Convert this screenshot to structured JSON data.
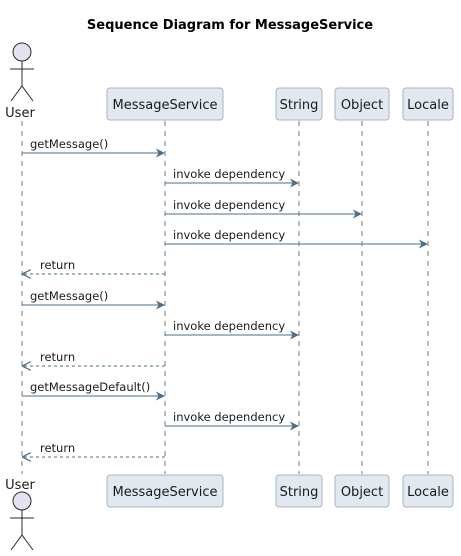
{
  "title": "Sequence Diagram for MessageService",
  "colors": {
    "arrow": "#4a6f8a",
    "box_fill": "#e2e8f0",
    "box_stroke": "#a9b4c2",
    "lifeline": "#7a7a7a"
  },
  "participants": [
    {
      "id": "user",
      "label": "User",
      "kind": "actor"
    },
    {
      "id": "ms",
      "label": "MessageService",
      "kind": "box"
    },
    {
      "id": "string",
      "label": "String",
      "kind": "box"
    },
    {
      "id": "object",
      "label": "Object",
      "kind": "box"
    },
    {
      "id": "locale",
      "label": "Locale",
      "kind": "box"
    }
  ],
  "messages": [
    {
      "from": "user",
      "to": "ms",
      "label": "getMessage()",
      "type": "call"
    },
    {
      "from": "ms",
      "to": "string",
      "label": "invoke dependency",
      "type": "call"
    },
    {
      "from": "ms",
      "to": "object",
      "label": "invoke dependency",
      "type": "call"
    },
    {
      "from": "ms",
      "to": "locale",
      "label": "invoke dependency",
      "type": "call"
    },
    {
      "from": "ms",
      "to": "user",
      "label": "return",
      "type": "return"
    },
    {
      "from": "user",
      "to": "ms",
      "label": "getMessage()",
      "type": "call"
    },
    {
      "from": "ms",
      "to": "string",
      "label": "invoke dependency",
      "type": "call"
    },
    {
      "from": "ms",
      "to": "user",
      "label": "return",
      "type": "return"
    },
    {
      "from": "user",
      "to": "ms",
      "label": "getMessageDefault()",
      "type": "call"
    },
    {
      "from": "ms",
      "to": "string",
      "label": "invoke dependency",
      "type": "call"
    },
    {
      "from": "ms",
      "to": "user",
      "label": "return",
      "type": "return"
    }
  ]
}
